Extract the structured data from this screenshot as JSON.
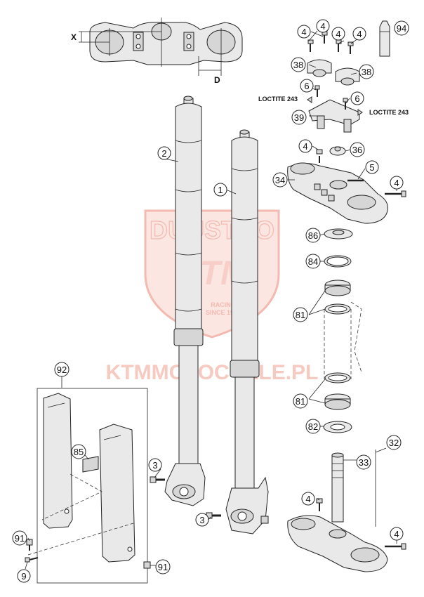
{
  "watermark": {
    "brand_top": "DUUSTCO",
    "brand_main": "KTM",
    "tagline_1": "RACING",
    "tagline_2": "SINCE 1953",
    "site": "KTMMOTOCYKLE.PL"
  },
  "dimensions": {
    "x_label": "X",
    "d_label": "D"
  },
  "loctite": {
    "left": "LOCTITE 243",
    "right": "LOCTITE 243"
  },
  "callouts": {
    "c1": "1",
    "c2": "2",
    "c3a": "3",
    "c3b": "3",
    "c4a": "4",
    "c4b": "4",
    "c4c": "4",
    "c4d": "4",
    "c4e": "4",
    "c4f": "4",
    "c4g": "4",
    "c4h": "4",
    "c5": "5",
    "c6a": "6",
    "c6b": "6",
    "c9": "9",
    "c32": "32",
    "c33": "33",
    "c34": "34",
    "c36": "36",
    "c38a": "38",
    "c38b": "38",
    "c39": "39",
    "c81a": "81",
    "c81b": "81",
    "c82": "82",
    "c84": "84",
    "c85": "85",
    "c86": "86",
    "c91a": "91",
    "c91b": "91",
    "c92": "92",
    "c94": "94"
  }
}
